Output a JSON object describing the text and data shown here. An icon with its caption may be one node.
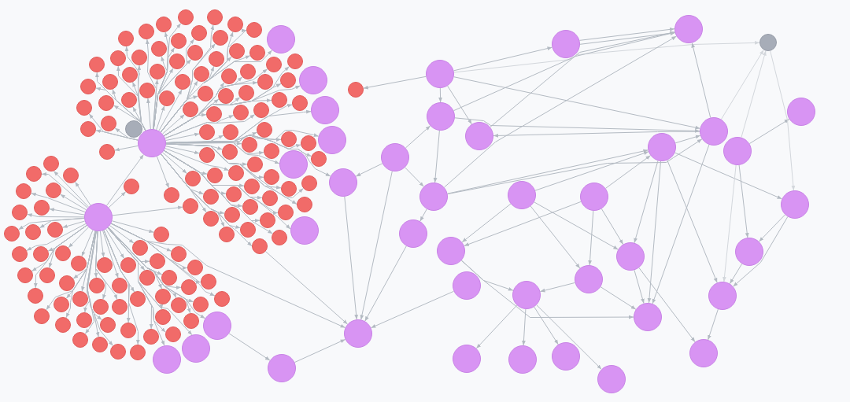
{
  "diagram": {
    "nodes": [
      {
        "text": [],
        "shape": "circle"
      },
      {
        "text": [],
        "shape": "circle"
      },
      {
        "text": [],
        "shape": "circle"
      },
      {
        "text": [],
        "shape": "circle"
      },
      {
        "text": [],
        "shape": "circle"
      },
      {
        "text": [],
        "shape": "circle"
      },
      {
        "text": [],
        "shape": "circle"
      },
      {
        "text": [],
        "shape": "circle"
      },
      {
        "text": [],
        "shape": "circle"
      },
      {
        "text": [],
        "shape": "circle"
      },
      {
        "text": [],
        "shape": "circle"
      },
      {
        "text": [],
        "shape": "circle"
      },
      {
        "text": [],
        "shape": "circle"
      },
      {
        "text": [],
        "shape": "circle"
      },
      {
        "text": [],
        "shape": "circle"
      },
      {
        "text": [],
        "shape": "circle"
      },
      {
        "text": [],
        "shape": "circle"
      },
      {
        "text": [],
        "shape": "circle"
      },
      {
        "text": [],
        "shape": "circle"
      },
      {
        "text": [],
        "shape": "circle"
      },
      {
        "text": [],
        "shape": "circle"
      },
      {
        "text": [],
        "shape": "circle"
      },
      {
        "text": [],
        "shape": "circle"
      },
      {
        "text": [],
        "shape": "circle"
      },
      {
        "text": [],
        "shape": "circle"
      },
      {
        "text": [],
        "shape": "circle"
      },
      {
        "text": [],
        "shape": "circle"
      },
      {
        "text": [],
        "shape": "circle"
      },
      {
        "text": [],
        "shape": "circle"
      },
      {
        "text": [],
        "shape": "circle"
      },
      {
        "text": [],
        "shape": "circle"
      },
      {
        "text": [],
        "shape": "circle"
      },
      {
        "text": [],
        "shape": "circle"
      },
      {
        "text": [],
        "shape": "circle"
      },
      {
        "text": [],
        "shape": "circle"
      },
      {
        "text": [],
        "shape": "circle"
      },
      {
        "text": [],
        "shape": "circle"
      },
      {
        "text": [],
        "shape": "circle"
      },
      {
        "text": [],
        "shape": "circle"
      },
      {
        "text": [],
        "shape": "circle"
      },
      {
        "text": [],
        "shape": "circle"
      },
      {
        "text": [],
        "shape": "circle"
      },
      {
        "text": [],
        "shape": "circle"
      },
      {
        "text": [],
        "shape": "circle"
      },
      {
        "text": [],
        "shape": "circle"
      },
      {
        "text": [],
        "shape": "circle"
      },
      {
        "text": [],
        "shape": "circle"
      },
      {
        "text": [],
        "shape": "circle"
      },
      {
        "text": [],
        "shape": "circle"
      },
      {
        "text": [],
        "shape": "circle"
      },
      {
        "text": [],
        "shape": "circle"
      },
      {
        "text": [],
        "shape": "circle"
      },
      {
        "text": [],
        "shape": "circle"
      },
      {
        "text": [],
        "shape": "circle"
      },
      {
        "text": [],
        "shape": "circle"
      },
      {
        "text": [],
        "shape": "circle"
      },
      {
        "text": [],
        "shape": "circle"
      },
      {
        "text": [],
        "shape": "circle"
      },
      {
        "text": [],
        "shape": "circle"
      },
      {
        "text": [],
        "shape": "circle"
      },
      {
        "text": [],
        "shape": "circle"
      },
      {
        "text": [],
        "shape": "circle"
      },
      {
        "text": [],
        "shape": "circle"
      },
      {
        "text": [],
        "shape": "circle"
      },
      {
        "text": [],
        "shape": "circle"
      },
      {
        "text": [],
        "shape": "circle"
      },
      {
        "text": [],
        "shape": "circle"
      },
      {
        "text": [],
        "shape": "circle"
      },
      {
        "text": [],
        "shape": "circle"
      },
      {
        "text": [],
        "shape": "circle"
      },
      {
        "text": [],
        "shape": "circle"
      },
      {
        "text": [],
        "shape": "circle"
      },
      {
        "text": [],
        "shape": "circle"
      },
      {
        "text": [],
        "shape": "circle"
      },
      {
        "text": [],
        "shape": "circle"
      },
      {
        "text": [],
        "shape": "circle"
      },
      {
        "text": [],
        "shape": "circle"
      },
      {
        "text": [],
        "shape": "circle"
      },
      {
        "text": [],
        "shape": "circle"
      },
      {
        "text": [],
        "shape": "circle"
      },
      {
        "text": [],
        "shape": "circle"
      },
      {
        "text": [],
        "shape": "circle"
      },
      {
        "text": [],
        "shape": "circle"
      },
      {
        "text": [],
        "shape": "circle"
      },
      {
        "text": [],
        "shape": "circle"
      },
      {
        "text": [],
        "shape": "circle"
      },
      {
        "text": [],
        "shape": "circle"
      },
      {
        "text": [],
        "shape": "circle"
      },
      {
        "text": [],
        "shape": "circle"
      },
      {
        "text": [],
        "shape": "circle"
      },
      {
        "text": [],
        "shape": "circle"
      },
      {
        "text": [],
        "shape": "circle"
      },
      {
        "text": [],
        "shape": "circle"
      },
      {
        "text": [],
        "shape": "circle"
      },
      {
        "text": [],
        "shape": "circle"
      },
      {
        "text": [],
        "shape": "circle"
      },
      {
        "text": [],
        "shape": "circle"
      },
      {
        "text": [],
        "shape": "circle"
      },
      {
        "text": [],
        "shape": "circle"
      },
      {
        "text": [],
        "shape": "circle"
      },
      {
        "text": [],
        "shape": "circle"
      },
      {
        "text": [],
        "shape": "circle"
      },
      {
        "text": [],
        "shape": "circle"
      },
      {
        "text": [],
        "shape": "circle"
      },
      {
        "text": [],
        "shape": "circle"
      },
      {
        "text": [],
        "shape": "circle"
      },
      {
        "text": [],
        "shape": "circle"
      },
      {
        "text": [],
        "shape": "circle"
      },
      {
        "text": [],
        "shape": "circle"
      },
      {
        "text": [],
        "shape": "circle"
      },
      {
        "text": [],
        "shape": "circle"
      },
      {
        "text": [],
        "shape": "circle"
      },
      {
        "text": [],
        "shape": "circle"
      },
      {
        "text": [],
        "shape": "circle"
      },
      {
        "text": [],
        "shape": "circle"
      },
      {
        "text": [],
        "shape": "circle"
      },
      {
        "text": [],
        "shape": "circle"
      },
      {
        "text": [],
        "shape": "circle"
      },
      {
        "text": [],
        "shape": "circle"
      },
      {
        "text": [],
        "shape": "circle"
      },
      {
        "text": [],
        "shape": "circle"
      },
      {
        "text": [],
        "shape": "circle"
      },
      {
        "text": [],
        "shape": "circle"
      },
      {
        "text": [],
        "shape": "circle"
      },
      {
        "text": [],
        "shape": "circle"
      },
      {
        "text": [],
        "shape": "circle"
      },
      {
        "text": [],
        "shape": "circle"
      },
      {
        "text": [],
        "shape": "circle"
      },
      {
        "text": [],
        "shape": "circle"
      },
      {
        "text": [],
        "shape": "circle"
      },
      {
        "text": [],
        "shape": "circle"
      },
      {
        "text": [],
        "shape": "circle"
      },
      {
        "text": [],
        "shape": "circle"
      },
      {
        "text": [],
        "shape": "circle"
      },
      {
        "text": [],
        "shape": "circle"
      },
      {
        "text": [],
        "shape": "circle"
      },
      {
        "text": [],
        "shape": "circle"
      },
      {
        "text": [],
        "shape": "circle"
      },
      {
        "text": [],
        "shape": "circle"
      },
      {
        "text": [],
        "shape": "circle"
      },
      {
        "text": [],
        "shape": "circle"
      },
      {
        "text": [],
        "shape": "circle"
      },
      {
        "text": [],
        "shape": "circle"
      },
      {
        "text": [],
        "shape": "circle"
      },
      {
        "text": [],
        "shape": "circle"
      },
      {
        "text": [],
        "shape": "circle"
      },
      {
        "text": [],
        "shape": "circle"
      },
      {
        "text": [],
        "shape": "circle"
      },
      {
        "text": [],
        "shape": "circle"
      },
      {
        "text": [],
        "shape": "circle"
      },
      {
        "text": [],
        "shape": "circle"
      },
      {
        "text": [],
        "shape": "circle"
      },
      {
        "text": [],
        "shape": "circle"
      },
      {
        "text": [],
        "shape": "circle"
      },
      {
        "text": [],
        "shape": "circle"
      },
      {
        "text": [],
        "shape": "circle"
      },
      {
        "text": [],
        "shape": "circle"
      },
      {
        "text": [],
        "shape": "circle"
      },
      {
        "text": [],
        "shape": "circle"
      },
      {
        "text": [],
        "shape": "circle"
      },
      {
        "text": [],
        "shape": "circle"
      },
      {
        "text": [],
        "shape": "circle"
      },
      {
        "text": [],
        "shape": "circle"
      },
      {
        "text": [],
        "shape": "circle"
      },
      {
        "text": [],
        "shape": "circle"
      },
      {
        "text": [],
        "shape": "circle"
      },
      {
        "text": [],
        "shape": "circle"
      },
      {
        "text": [],
        "shape": "circle"
      },
      {
        "text": [],
        "shape": "circle"
      },
      {
        "text": [],
        "shape": "circle"
      },
      {
        "text": [],
        "shape": "circle"
      },
      {
        "text": [],
        "shape": "circle"
      },
      {
        "text": [],
        "shape": "circle"
      },
      {
        "text": [],
        "shape": "circle"
      },
      {
        "text": [],
        "shape": "circle"
      },
      {
        "text": [],
        "shape": "circle"
      },
      {
        "text": [],
        "shape": "circle"
      },
      {
        "text": [],
        "shape": "circle"
      },
      {
        "text": [],
        "shape": "circle"
      },
      {
        "text": [],
        "shape": "circle"
      }
    ],
    "edges": [
      {
        "from": 1,
        "to": 3,
        "arrow": "to"
      },
      {
        "from": 1,
        "to": 4,
        "arrow": "to"
      },
      {
        "from": 1,
        "to": 5,
        "arrow": "to"
      },
      {
        "from": 1,
        "to": 6,
        "arrow": "to"
      },
      {
        "from": 1,
        "to": 7,
        "arrow": "to"
      },
      {
        "from": 1,
        "to": 8,
        "arrow": "to"
      },
      {
        "from": 1,
        "to": 12,
        "arrow": "to"
      },
      {
        "from": 1,
        "to": 13,
        "arrow": "to"
      },
      {
        "from": 1,
        "to": 14,
        "arrow": "to"
      },
      {
        "from": 1,
        "to": 15,
        "arrow": "to"
      },
      {
        "from": 1,
        "to": 16,
        "arrow": "to"
      },
      {
        "from": 1,
        "to": 17,
        "arrow": "to"
      },
      {
        "from": 1,
        "to": 18,
        "arrow": "to"
      },
      {
        "from": 1,
        "to": 19,
        "arrow": "to"
      },
      {
        "from": 1,
        "to": 20,
        "arrow": "to"
      },
      {
        "from": 1,
        "to": 21,
        "arrow": "to"
      },
      {
        "from": 1,
        "to": 22,
        "arrow": "to"
      },
      {
        "from": 1,
        "to": 23,
        "arrow": "to"
      },
      {
        "from": 1,
        "to": 24,
        "arrow": "to"
      },
      {
        "from": 1,
        "to": 25,
        "arrow": "to"
      },
      {
        "from": 1,
        "to": 26,
        "arrow": "to"
      },
      {
        "from": 1,
        "to": 27,
        "arrow": "to"
      },
      {
        "from": 1,
        "to": 28,
        "arrow": "to"
      },
      {
        "from": 1,
        "to": 29,
        "arrow": "to"
      },
      {
        "from": 1,
        "to": 30,
        "arrow": "to"
      },
      {
        "from": 1,
        "to": 31,
        "arrow": "to"
      },
      {
        "from": 1,
        "to": 32,
        "arrow": "to"
      },
      {
        "from": 1,
        "to": 33,
        "arrow": "to"
      },
      {
        "from": 1,
        "to": 34,
        "arrow": "to"
      },
      {
        "from": 1,
        "to": 35,
        "arrow": "to"
      },
      {
        "from": 1,
        "to": 36,
        "arrow": "to"
      },
      {
        "from": 1,
        "to": 37,
        "arrow": "to"
      },
      {
        "from": 1,
        "to": 38,
        "arrow": "to"
      },
      {
        "from": 1,
        "to": 39,
        "arrow": "to"
      },
      {
        "from": 1,
        "to": 40,
        "arrow": "to"
      },
      {
        "from": 1,
        "to": 41,
        "arrow": "to"
      },
      {
        "from": 1,
        "to": 42,
        "arrow": "to"
      },
      {
        "from": 1,
        "to": 43,
        "arrow": "to"
      },
      {
        "from": 1,
        "to": 44,
        "arrow": "to"
      },
      {
        "from": 1,
        "to": 45,
        "arrow": "to"
      },
      {
        "from": 1,
        "to": 46,
        "arrow": "to"
      },
      {
        "from": 1,
        "to": 47,
        "arrow": "to"
      },
      {
        "from": 1,
        "to": 48,
        "arrow": "to"
      },
      {
        "from": 1,
        "to": 49,
        "arrow": "to"
      },
      {
        "from": 1,
        "to": 50,
        "arrow": "to"
      },
      {
        "from": 1,
        "to": 51,
        "arrow": "to"
      },
      {
        "from": 1,
        "to": 52,
        "arrow": "to"
      },
      {
        "from": 1,
        "to": 53,
        "arrow": "to"
      },
      {
        "from": 1,
        "to": 54,
        "arrow": "to"
      },
      {
        "from": 1,
        "to": 55,
        "arrow": "to"
      },
      {
        "from": 1,
        "to": 56,
        "arrow": "to"
      },
      {
        "from": 1,
        "to": 57,
        "arrow": "to"
      },
      {
        "from": 1,
        "to": 58,
        "arrow": "to"
      },
      {
        "from": 1,
        "to": 59,
        "arrow": "to"
      },
      {
        "from": 1,
        "to": 60,
        "arrow": "to"
      },
      {
        "from": 1,
        "to": 61,
        "arrow": "to"
      },
      {
        "from": 1,
        "to": 62,
        "arrow": "to"
      },
      {
        "from": 1,
        "to": 63,
        "arrow": "to"
      },
      {
        "from": 1,
        "to": 64,
        "arrow": "to"
      },
      {
        "from": 1,
        "to": 65,
        "arrow": "to"
      },
      {
        "from": 1,
        "to": 66,
        "arrow": "to"
      },
      {
        "from": 1,
        "to": 67,
        "arrow": "to"
      },
      {
        "from": 1,
        "to": 68,
        "arrow": "to"
      },
      {
        "from": 1,
        "to": 69,
        "arrow": "to"
      },
      {
        "from": 1,
        "to": 70,
        "arrow": "to"
      },
      {
        "from": 1,
        "to": 71,
        "arrow": "to"
      },
      {
        "from": 1,
        "to": 72,
        "arrow": "to"
      },
      {
        "from": 1,
        "to": 73,
        "arrow": "to"
      },
      {
        "from": 1,
        "to": 74,
        "arrow": "to"
      },
      {
        "from": 1,
        "to": 75,
        "arrow": "to"
      },
      {
        "from": 1,
        "to": 76,
        "arrow": "to"
      },
      {
        "from": 1,
        "to": 77,
        "arrow": "to"
      },
      {
        "from": 1,
        "to": 78,
        "arrow": "to"
      },
      {
        "from": 1,
        "to": 79,
        "arrow": "to"
      },
      {
        "from": 1,
        "to": 80,
        "arrow": "to"
      },
      {
        "from": 1,
        "to": 81,
        "arrow": "to"
      },
      {
        "from": 1,
        "to": 82,
        "arrow": "to"
      },
      {
        "from": 1,
        "to": 84,
        "arrow": "to"
      },
      {
        "from": 1,
        "to": 85,
        "arrow": "to"
      },
      {
        "from": 1,
        "to": 86,
        "arrow": "to"
      },
      {
        "from": 1,
        "to": 87,
        "arrow": "to"
      },
      {
        "from": 1,
        "to": 88,
        "arrow": "to"
      },
      {
        "from": 1,
        "to": 89,
        "arrow": "to"
      },
      {
        "from": 1,
        "to": 90,
        "arrow": "to"
      },
      {
        "from": 1,
        "to": 91,
        "arrow": "to"
      },
      {
        "from": 1,
        "to": 92,
        "arrow": "to"
      },
      {
        "from": 1,
        "to": 152,
        "arrow": "to"
      },
      {
        "from": 2,
        "to": 1,
        "arrow": "to"
      },
      {
        "from": 2,
        "to": 83,
        "arrow": "to"
      },
      {
        "from": 2,
        "to": 93,
        "arrow": "to"
      },
      {
        "from": 2,
        "to": 94,
        "arrow": "to"
      },
      {
        "from": 2,
        "to": 95,
        "arrow": "to"
      },
      {
        "from": 2,
        "to": 96,
        "arrow": "to"
      },
      {
        "from": 2,
        "to": 97,
        "arrow": "to"
      },
      {
        "from": 2,
        "to": 98,
        "arrow": "to"
      },
      {
        "from": 2,
        "to": 99,
        "arrow": "to"
      },
      {
        "from": 2,
        "to": 100,
        "arrow": "to"
      },
      {
        "from": 2,
        "to": 101,
        "arrow": "to"
      },
      {
        "from": 2,
        "to": 102,
        "arrow": "to"
      },
      {
        "from": 2,
        "to": 103,
        "arrow": "to"
      },
      {
        "from": 2,
        "to": 104,
        "arrow": "to"
      },
      {
        "from": 2,
        "to": 105,
        "arrow": "to"
      },
      {
        "from": 2,
        "to": 106,
        "arrow": "to"
      },
      {
        "from": 2,
        "to": 107,
        "arrow": "to"
      },
      {
        "from": 2,
        "to": 108,
        "arrow": "to"
      },
      {
        "from": 2,
        "to": 109,
        "arrow": "to"
      },
      {
        "from": 2,
        "to": 110,
        "arrow": "to"
      },
      {
        "from": 2,
        "to": 111,
        "arrow": "to"
      },
      {
        "from": 2,
        "to": 112,
        "arrow": "to"
      },
      {
        "from": 2,
        "to": 113,
        "arrow": "to"
      },
      {
        "from": 2,
        "to": 114,
        "arrow": "to"
      },
      {
        "from": 2,
        "to": 115,
        "arrow": "to"
      },
      {
        "from": 2,
        "to": 116,
        "arrow": "to"
      },
      {
        "from": 2,
        "to": 117,
        "arrow": "to"
      },
      {
        "from": 2,
        "to": 118,
        "arrow": "to"
      },
      {
        "from": 2,
        "to": 119,
        "arrow": "to"
      },
      {
        "from": 2,
        "to": 120,
        "arrow": "to"
      },
      {
        "from": 2,
        "to": 121,
        "arrow": "to"
      },
      {
        "from": 2,
        "to": 122,
        "arrow": "to"
      },
      {
        "from": 2,
        "to": 123,
        "arrow": "to"
      },
      {
        "from": 2,
        "to": 124,
        "arrow": "to"
      },
      {
        "from": 2,
        "to": 125,
        "arrow": "to"
      },
      {
        "from": 2,
        "to": 126,
        "arrow": "to"
      },
      {
        "from": 2,
        "to": 127,
        "arrow": "to"
      },
      {
        "from": 2,
        "to": 128,
        "arrow": "to"
      },
      {
        "from": 2,
        "to": 129,
        "arrow": "to"
      },
      {
        "from": 2,
        "to": 130,
        "arrow": "to"
      },
      {
        "from": 2,
        "to": 131,
        "arrow": "to"
      },
      {
        "from": 2,
        "to": 132,
        "arrow": "to"
      },
      {
        "from": 2,
        "to": 133,
        "arrow": "to"
      },
      {
        "from": 2,
        "to": 134,
        "arrow": "to"
      },
      {
        "from": 2,
        "to": 135,
        "arrow": "to"
      },
      {
        "from": 2,
        "to": 136,
        "arrow": "to"
      },
      {
        "from": 2,
        "to": 137,
        "arrow": "to"
      },
      {
        "from": 2,
        "to": 138,
        "arrow": "to"
      },
      {
        "from": 2,
        "to": 139,
        "arrow": "to"
      },
      {
        "from": 2,
        "to": 140,
        "arrow": "to"
      },
      {
        "from": 2,
        "to": 141,
        "arrow": "to"
      },
      {
        "from": 2,
        "to": 142,
        "arrow": "to"
      },
      {
        "from": 2,
        "to": 143,
        "arrow": "to"
      },
      {
        "from": 2,
        "to": 144,
        "arrow": "to"
      },
      {
        "from": 2,
        "to": 145,
        "arrow": "to"
      },
      {
        "from": 2,
        "to": 146,
        "arrow": "to"
      },
      {
        "from": 2,
        "to": 9,
        "arrow": "to"
      },
      {
        "from": 2,
        "to": 10,
        "arrow": "to"
      },
      {
        "from": 2,
        "to": 11,
        "arrow": "to"
      },
      {
        "from": 2,
        "to": 155,
        "arrow": "to"
      },
      {
        "from": 92,
        "to": 155,
        "arrow": "to"
      },
      {
        "from": 148,
        "to": 147,
        "arrow": "to"
      },
      {
        "from": 148,
        "to": 157,
        "arrow": "to"
      },
      {
        "from": 148,
        "to": 159,
        "arrow": "to",
        "color": "#d3d7dc"
      },
      {
        "from": 148,
        "to": 161,
        "arrow": "to"
      },
      {
        "from": 148,
        "to": 150,
        "arrow": "to"
      },
      {
        "from": 148,
        "to": 149,
        "arrow": "to"
      },
      {
        "from": 149,
        "to": 158,
        "arrow": "to"
      },
      {
        "from": 149,
        "to": 161,
        "arrow": "to"
      },
      {
        "from": 150,
        "to": 158,
        "arrow": "to"
      },
      {
        "from": 161,
        "to": 150,
        "arrow": "to"
      },
      {
        "from": 151,
        "to": 149,
        "arrow": "to"
      },
      {
        "from": 151,
        "to": 152,
        "arrow": "to"
      },
      {
        "from": 151,
        "to": 153,
        "arrow": "to"
      },
      {
        "from": 151,
        "to": 155,
        "arrow": "to"
      },
      {
        "from": 149,
        "to": 153,
        "arrow": "to"
      },
      {
        "from": 153,
        "to": 158,
        "arrow": "to"
      },
      {
        "from": 153,
        "to": 161,
        "arrow": "to"
      },
      {
        "from": 153,
        "to": 154,
        "arrow": "to"
      },
      {
        "from": 152,
        "to": 155,
        "arrow": "to"
      },
      {
        "from": 154,
        "to": 155,
        "arrow": "to"
      },
      {
        "from": 156,
        "to": 155,
        "arrow": "to"
      },
      {
        "from": 9,
        "to": 156,
        "arrow": "to"
      },
      {
        "from": 168,
        "to": 155,
        "arrow": "to"
      },
      {
        "from": 157,
        "to": 158,
        "arrow": "to"
      },
      {
        "from": 157,
        "to": 158,
        "arrow": "to"
      },
      {
        "from": 161,
        "to": 158,
        "arrow": "to"
      },
      {
        "from": 161,
        "to": 159,
        "arrow": "to",
        "color": "#d3d7dc"
      },
      {
        "from": 162,
        "to": 161,
        "arrow": "to"
      },
      {
        "from": 153,
        "to": 162,
        "arrow": "to"
      },
      {
        "from": 164,
        "to": 162,
        "arrow": "to"
      },
      {
        "from": 165,
        "to": 162,
        "arrow": "to"
      },
      {
        "from": 162,
        "to": 166,
        "arrow": "to"
      },
      {
        "from": 162,
        "to": 169,
        "arrow": "to"
      },
      {
        "from": 162,
        "to": 172,
        "arrow": "to"
      },
      {
        "from": 162,
        "to": 174,
        "arrow": "to"
      },
      {
        "from": 161,
        "to": 172,
        "arrow": "to"
      },
      {
        "from": 163,
        "to": 160,
        "arrow": "to"
      },
      {
        "from": 163,
        "to": 159,
        "arrow": "to",
        "color": "#d3d7dc"
      },
      {
        "from": 163,
        "to": 174,
        "arrow": "to",
        "color": "#d3d7dc"
      },
      {
        "from": 163,
        "to": 173,
        "arrow": "to"
      },
      {
        "from": 173,
        "to": 174,
        "arrow": "to"
      },
      {
        "from": 166,
        "to": 173,
        "arrow": "to"
      },
      {
        "from": 166,
        "to": 174,
        "arrow": "to"
      },
      {
        "from": 159,
        "to": 166,
        "arrow": "to",
        "color": "#d3d7dc"
      },
      {
        "from": 164,
        "to": 167,
        "arrow": "to"
      },
      {
        "from": 164,
        "to": 170,
        "arrow": "to"
      },
      {
        "from": 164,
        "to": 169,
        "arrow": "to"
      },
      {
        "from": 165,
        "to": 167,
        "arrow": "to"
      },
      {
        "from": 165,
        "to": 170,
        "arrow": "to"
      },
      {
        "from": 165,
        "to": 169,
        "arrow": "to"
      },
      {
        "from": 167,
        "to": 172,
        "arrow": "to"
      },
      {
        "from": 167,
        "to": 171,
        "arrow": "to"
      },
      {
        "from": 170,
        "to": 171,
        "arrow": "to"
      },
      {
        "from": 170,
        "to": 172,
        "arrow": "to"
      },
      {
        "from": 169,
        "to": 172,
        "arrow": "to"
      },
      {
        "from": 169,
        "to": 175,
        "arrow": "to"
      },
      {
        "from": 174,
        "to": 175,
        "arrow": "to"
      },
      {
        "from": 171,
        "to": 176,
        "arrow": "to"
      },
      {
        "from": 171,
        "to": 177,
        "arrow": "to"
      },
      {
        "from": 171,
        "to": 178,
        "arrow": "to"
      },
      {
        "from": 171,
        "to": 179,
        "arrow": "to"
      }
    ]
  }
}
